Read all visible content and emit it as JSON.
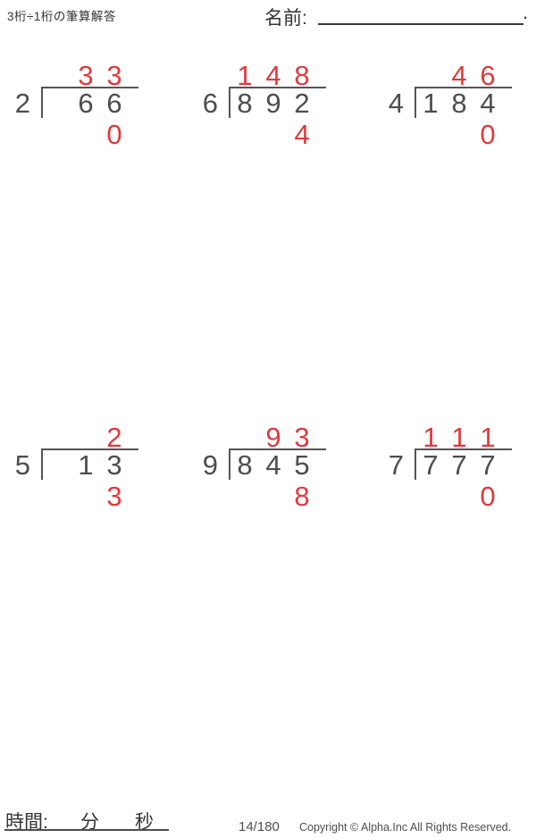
{
  "header": {
    "title": "3桁÷1桁の筆算解答",
    "name_label": "名前:",
    "name_line_dot": "."
  },
  "problems": [
    {
      "divisor": "2",
      "quotient_digits": [
        "",
        "3",
        "3"
      ],
      "dividend_digits": [
        "",
        "6",
        "6"
      ],
      "remainder_digits": [
        "",
        "",
        "0"
      ]
    },
    {
      "divisor": "6",
      "quotient_digits": [
        "1",
        "4",
        "8"
      ],
      "dividend_digits": [
        "8",
        "9",
        "2"
      ],
      "remainder_digits": [
        "",
        "",
        "4"
      ]
    },
    {
      "divisor": "4",
      "quotient_digits": [
        "",
        "4",
        "6"
      ],
      "dividend_digits": [
        "1",
        "8",
        "4"
      ],
      "remainder_digits": [
        "",
        "",
        "0"
      ]
    },
    {
      "divisor": "5",
      "quotient_digits": [
        "",
        "",
        "2"
      ],
      "dividend_digits": [
        "",
        "1",
        "3"
      ],
      "remainder_digits": [
        "",
        "",
        "3"
      ]
    },
    {
      "divisor": "9",
      "quotient_digits": [
        "",
        "9",
        "3"
      ],
      "dividend_digits": [
        "8",
        "4",
        "5"
      ],
      "remainder_digits": [
        "",
        "",
        "8"
      ]
    },
    {
      "divisor": "7",
      "quotient_digits": [
        "1",
        "1",
        "1"
      ],
      "dividend_digits": [
        "7",
        "7",
        "7"
      ],
      "remainder_digits": [
        "",
        "",
        "0"
      ]
    }
  ],
  "footer": {
    "time_label": "時間:",
    "minutes_label": "分",
    "seconds_label": "秒",
    "page": "14/180",
    "copyright": "Copyright © Alpha.Inc All Rights Reserved."
  },
  "colors": {
    "answer_red": "#e03a3c",
    "digit_gray": "#4d4d4d"
  }
}
